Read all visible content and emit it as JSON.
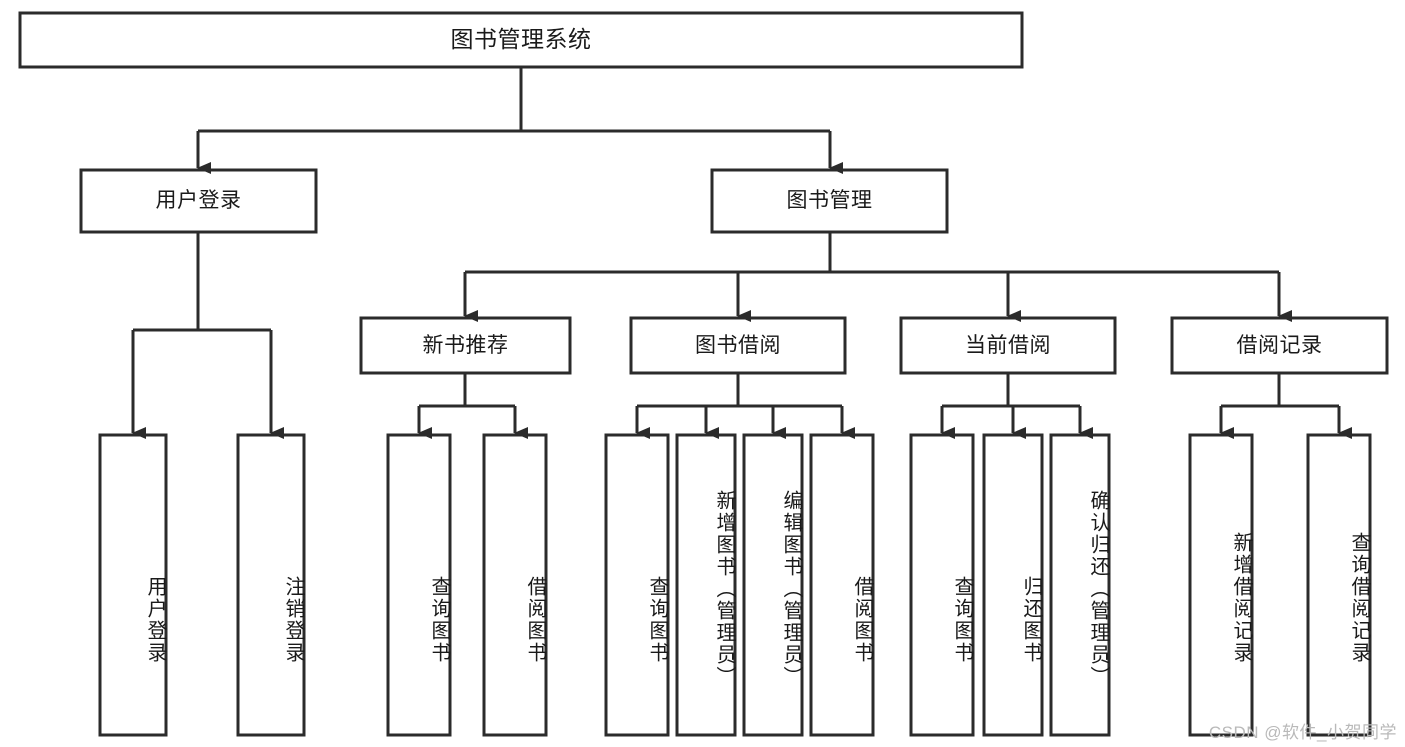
{
  "diagram": {
    "type": "tree-hierarchy",
    "title": "图书管理系统",
    "orientation": "top-down",
    "root": {
      "id": "root",
      "label": "图书管理系统"
    },
    "level2": [
      {
        "id": "user-login",
        "label": "用户登录"
      },
      {
        "id": "book-management",
        "label": "图书管理"
      }
    ],
    "level3": [
      {
        "id": "new-book-recommend",
        "label": "新书推荐",
        "parent": "book-management"
      },
      {
        "id": "book-borrow",
        "label": "图书借阅",
        "parent": "book-management"
      },
      {
        "id": "current-borrow",
        "label": "当前借阅",
        "parent": "book-management"
      },
      {
        "id": "borrow-record",
        "label": "借阅记录",
        "parent": "book-management"
      }
    ],
    "leaves": [
      {
        "id": "leaf-user-login",
        "label": "用户登录",
        "parent": "user-login"
      },
      {
        "id": "leaf-logout-login",
        "label": "注销登录",
        "parent": "user-login"
      },
      {
        "id": "leaf-query-book-1",
        "label": "查询图书",
        "parent": "new-book-recommend"
      },
      {
        "id": "leaf-borrow-book-1",
        "label": "借阅图书",
        "parent": "new-book-recommend"
      },
      {
        "id": "leaf-query-book-2",
        "label": "查询图书",
        "parent": "book-borrow"
      },
      {
        "id": "leaf-add-book",
        "label": "新增图书（管理员）",
        "parent": "book-borrow"
      },
      {
        "id": "leaf-edit-book",
        "label": "编辑图书（管理员）",
        "parent": "book-borrow"
      },
      {
        "id": "leaf-borrow-book-2",
        "label": "借阅图书",
        "parent": "book-borrow"
      },
      {
        "id": "leaf-query-book-3",
        "label": "查询图书",
        "parent": "current-borrow"
      },
      {
        "id": "leaf-return-book",
        "label": "归还图书",
        "parent": "current-borrow"
      },
      {
        "id": "leaf-confirm-return",
        "label": "确认归还（管理员）",
        "parent": "current-borrow"
      },
      {
        "id": "leaf-add-record",
        "label": "新增借阅记录",
        "parent": "borrow-record"
      },
      {
        "id": "leaf-query-record",
        "label": "查询借阅记录",
        "parent": "borrow-record"
      }
    ],
    "colors": {
      "stroke": "#2b2b2b",
      "fill": "#ffffff",
      "text": "#1a1a1a",
      "background": "#ffffff",
      "watermark": "#b9b9b9"
    }
  },
  "watermark": {
    "text": "CSDN @软件_小贺同学"
  }
}
